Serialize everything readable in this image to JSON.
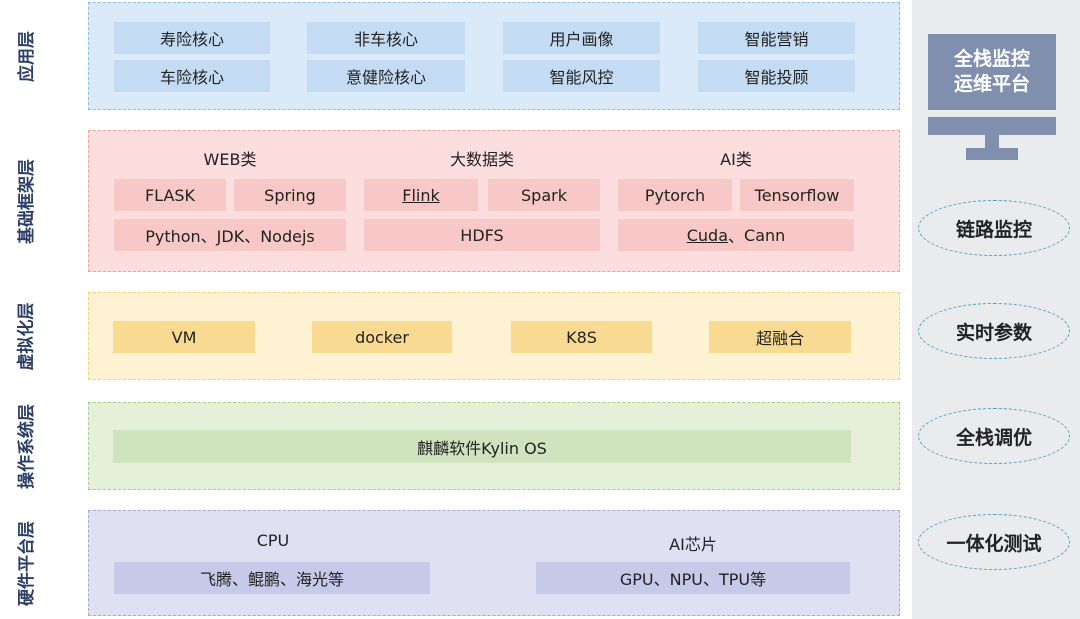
{
  "layers": {
    "app": "应用层",
    "framework": "基础框架层",
    "virtual": "虚拟化层",
    "os": "操作系统层",
    "hardware": "硬件平台层"
  },
  "app": {
    "row1": [
      "寿险核心",
      "非车核心",
      "用户画像",
      "智能营销"
    ],
    "row2": [
      "车险核心",
      "意健险核心",
      "智能风控",
      "智能投顾"
    ]
  },
  "framework": {
    "web": {
      "title": "WEB类",
      "items": [
        "FLASK",
        "Spring"
      ],
      "stack": "Python、JDK、Nodejs"
    },
    "bigdata": {
      "title": "大数据类",
      "items": [
        "Flink",
        "Spark"
      ],
      "stack": "HDFS"
    },
    "ai": {
      "title": "AI类",
      "items": [
        "Pytorch",
        "Tensorflow"
      ],
      "stack_a": "Cuda",
      "stack_sep": "、",
      "stack_b": "Cann"
    }
  },
  "virtual": {
    "items": [
      "VM",
      "docker",
      "K8S",
      "超融合"
    ]
  },
  "os": {
    "item": "麒麟软件Kylin OS"
  },
  "hardware": {
    "cpu": {
      "title": "CPU",
      "items": "飞腾、鲲鹏、海光等"
    },
    "ai": {
      "title": "AI芯片",
      "items": "GPU、NPU、TPU等"
    }
  },
  "side": {
    "monitor_line1": "全栈监控",
    "monitor_line2": "运维平台",
    "items": [
      "链路监控",
      "实时参数",
      "全栈调优",
      "一体化测试"
    ]
  },
  "colors": {
    "app_band": "#dbeaf8",
    "app_box": "#c3dcf3",
    "fw_band": "#fbdedd",
    "fw_box": "#f7c8c6",
    "virt_band": "#fdf3d2",
    "virt_box": "#f9da93",
    "os_band": "#e4f1d8",
    "os_box": "#cfe3bf",
    "hw_band": "#dfe1f2",
    "hw_box": "#c6cae8",
    "monitor": "#7f8fad"
  }
}
